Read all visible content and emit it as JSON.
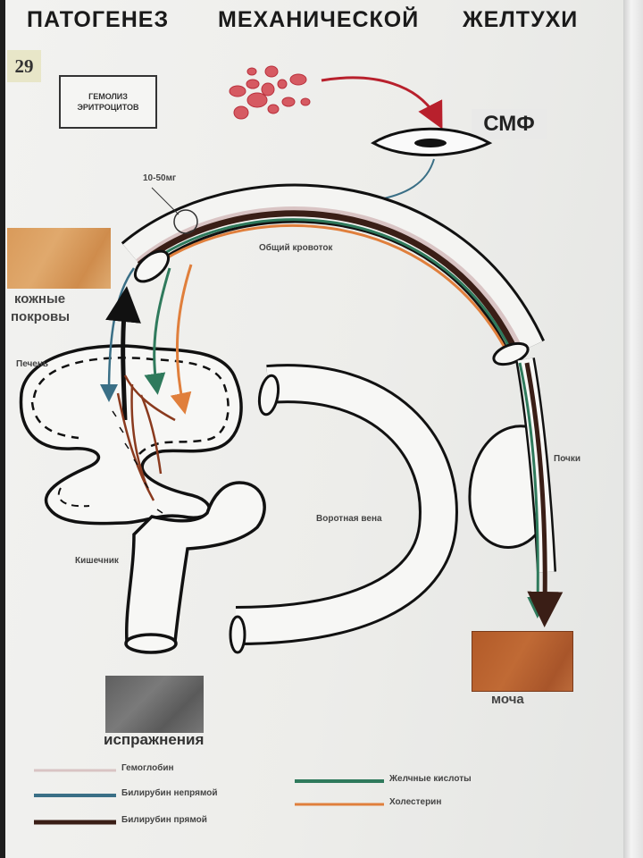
{
  "title": {
    "part1": "ПАТОГЕНЕЗ",
    "part2": "МЕХАНИЧЕСКОЙ",
    "part3": "ЖЕЛТУХИ"
  },
  "plate_number": "29",
  "hemolysis_box": {
    "line1": "ГЕМОЛИЗ",
    "line2": "ЭРИТРОЦИТОВ"
  },
  "smf_label": "СМФ",
  "labels": {
    "dose": "10-50мг",
    "circulation": "Общий кровоток",
    "skin_line1": "кожные",
    "skin_line2": "покровы",
    "liver": "Печень",
    "kidneys": "Почки",
    "portal_vein": "Воротная вена",
    "intestine": "Кишечник",
    "urine": "моча",
    "feces": "испражнения"
  },
  "legend": [
    {
      "label": "Гемоглобин",
      "color": "#d9c4c4"
    },
    {
      "label": "Билирубин непрямой",
      "color": "#3a6f86"
    },
    {
      "label": "Билирубин прямой",
      "color": "#3a1e16"
    },
    {
      "label": "Желчные кислоты",
      "color": "#2f7a5c"
    },
    {
      "label": "Холестерин",
      "color": "#e07f3c"
    }
  ],
  "colors": {
    "hemoglobin": "#d9c4c4",
    "bilirubin_indirect": "#3a6f86",
    "bilirubin_direct": "#3a1e16",
    "bile_acids": "#2f7a5c",
    "cholesterol": "#e07f3c",
    "blood_cells": "#c9464f",
    "skin_swatch": "#d99a5a",
    "urine_swatch": "#b8622e",
    "feces_swatch": "#707070"
  },
  "icons": {
    "blood_cells": "red-blood-cells-icon",
    "smf_organ": "reticuloendothelial-cell-icon"
  }
}
